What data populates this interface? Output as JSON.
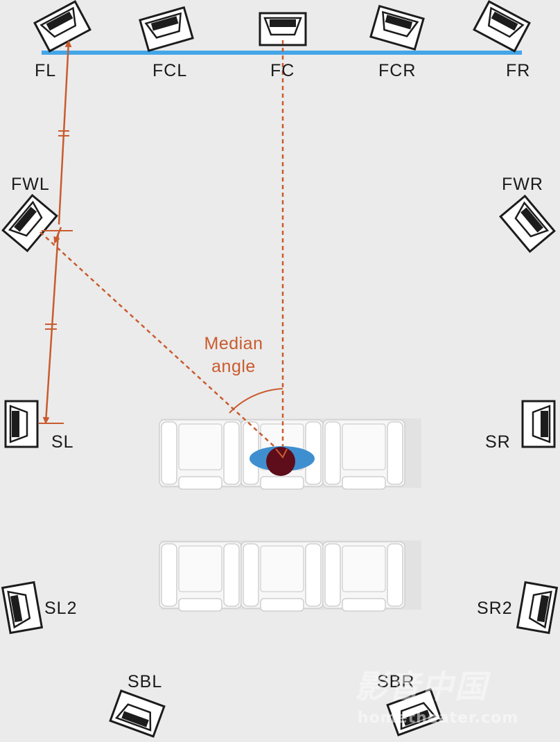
{
  "speakers": {
    "fl": "FL",
    "fcl": "FCL",
    "fc": "FC",
    "fcr": "FCR",
    "fr": "FR",
    "fwl": "FWL",
    "fwr": "FWR",
    "sl": "SL",
    "sr": "SR",
    "sl2": "SL2",
    "sr2": "SR2",
    "sbl": "SBL",
    "sbr": "SBR"
  },
  "annotation": {
    "line1": "Median",
    "line2": "angle"
  },
  "watermark": {
    "text": "影音中国",
    "url": "hometheater.com"
  },
  "colors": {
    "screen": "#44a6e8",
    "measure": "#c95b2e",
    "listener_head": "#5e0d1a",
    "listener_shoulders": "#3f8fd0",
    "background": "#ebebeb"
  }
}
